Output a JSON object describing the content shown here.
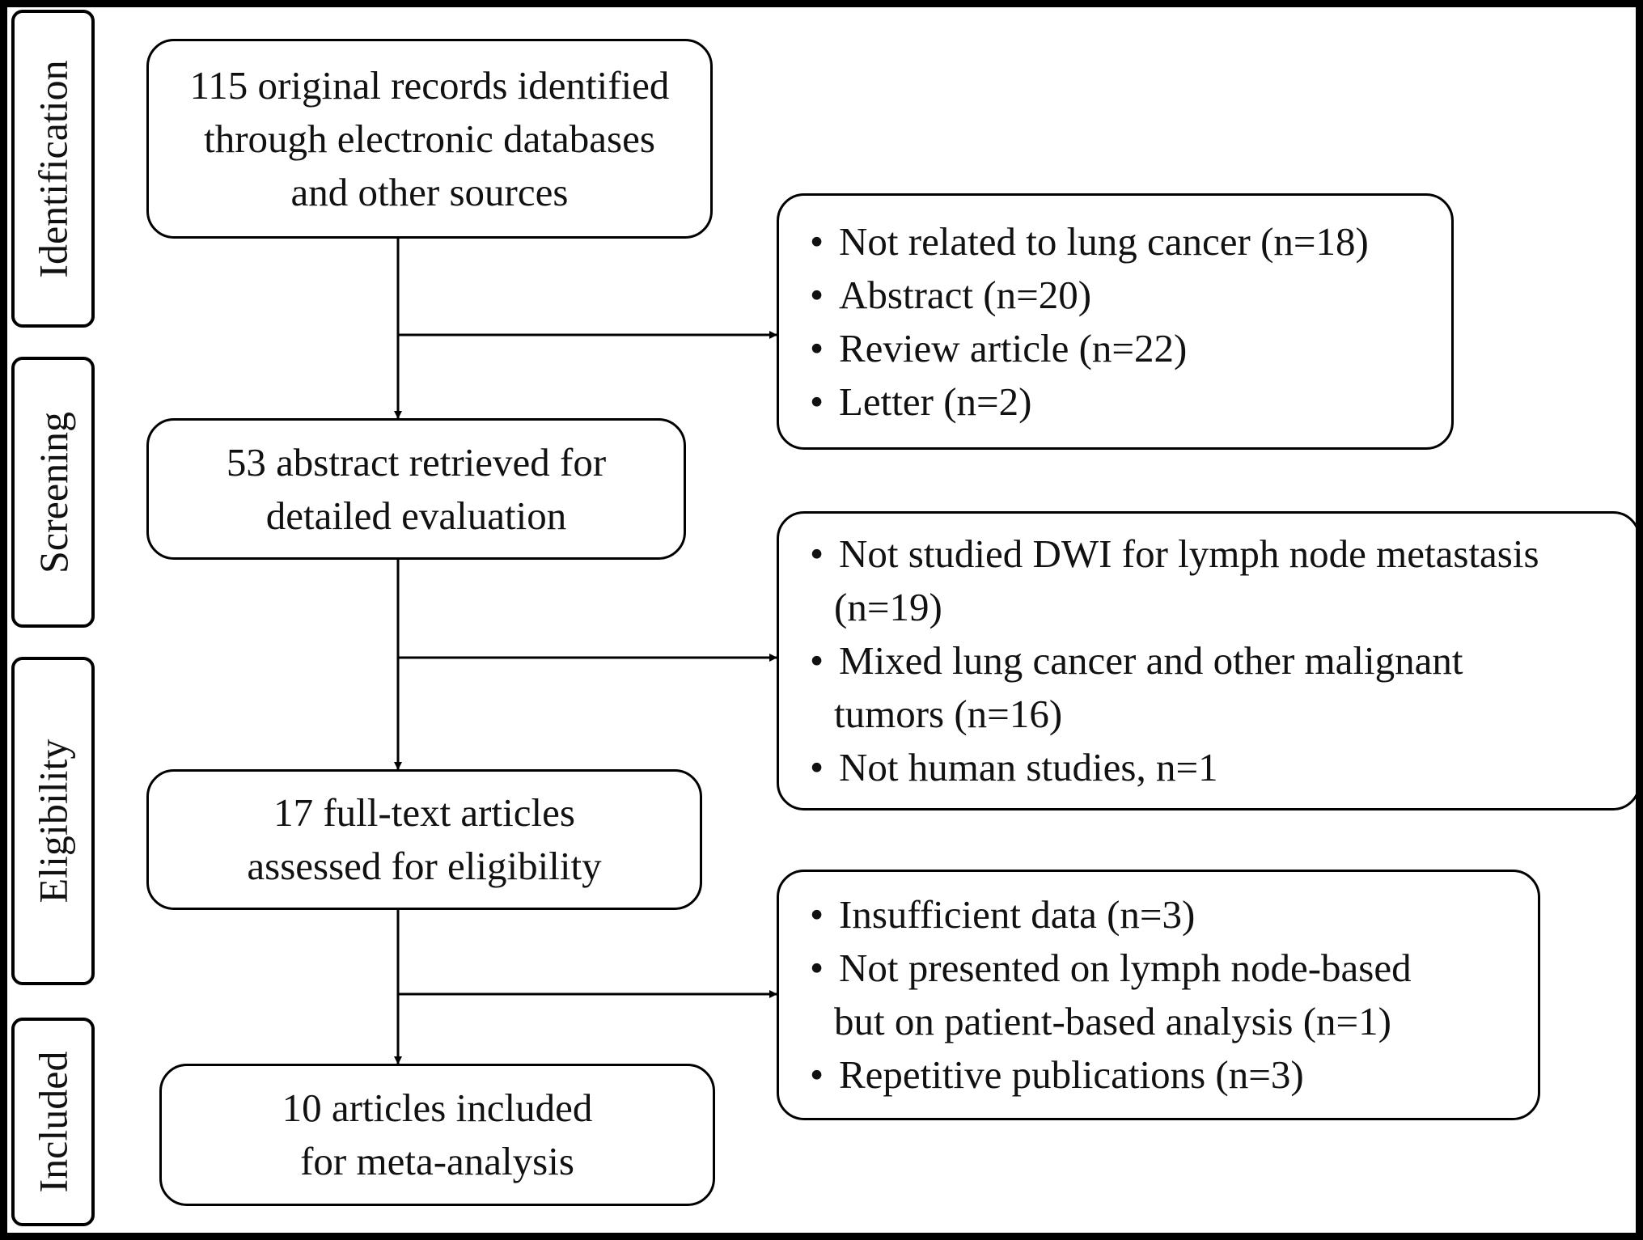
{
  "stages": {
    "identification": "Identification",
    "screening": "Screening",
    "eligibility": "Eligibility",
    "included": "Included"
  },
  "boxes": {
    "records": [
      "115 original records identified",
      "through electronic databases",
      "and other sources"
    ],
    "abstracts": [
      "53 abstract retrieved for",
      "detailed evaluation"
    ],
    "fulltext": [
      "17 full-text articles",
      "assessed for eligibility"
    ],
    "included": [
      "10 articles included",
      "for meta-analysis"
    ]
  },
  "exclusions": {
    "first": [
      "Not related to lung cancer (n=18)",
      "Abstract (n=20)",
      "Review article (n=22)",
      "Letter (n=2)"
    ],
    "second": [
      [
        "Not studied DWI for lymph node metastasis",
        "(n=19)"
      ],
      [
        "Mixed lung cancer and other malignant",
        "tumors (n=16)"
      ],
      [
        "Not human studies, n=1"
      ]
    ],
    "third": [
      [
        "Insufficient data (n=3)"
      ],
      [
        "Not presented on lymph node-based",
        "but on patient-based analysis (n=1)"
      ],
      [
        "Repetitive publications (n=3)"
      ]
    ]
  },
  "bullet": "•"
}
